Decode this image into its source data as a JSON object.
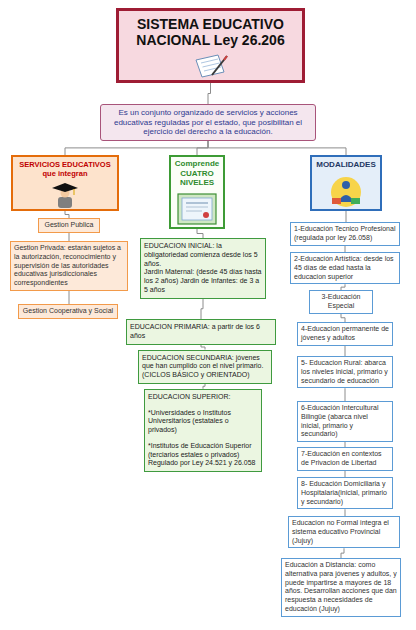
{
  "diagram": {
    "nodes": [
      {
        "text": [
          "SISTEMA EDUCATIVO NACIONAL Ley 26.206"
        ]
      },
      {
        "text": [
          "Es un conjunto organizado de servicios y acciones educativas reguladas por el estado, que posibilitan el ejercicio del derecho a la educación."
        ]
      },
      {
        "text": [
          "SERVICIOS EDUCATIVOS que integran"
        ]
      },
      {
        "text": [
          "Comprende CUATRO NIVELES"
        ]
      },
      {
        "text": [
          "MODALIDADES"
        ]
      },
      {
        "text": [
          "Gestion Publica"
        ]
      },
      {
        "text": [
          "Gestion Privada: estarán sujetos a la autorización, reconocimiento y supervisión de las autoridades educativas jurisdiccionales correspondientes"
        ]
      },
      {
        "text": [
          "Gestion Cooperativa y Social"
        ]
      },
      {
        "text": [
          "EDUCACION INICIAL: la obligatoriedad comienza desde los 5 años.",
          "Jardin Maternal: (desde 45 días hasta los 2 años) Jardin de Infantes: de 3 a 5 años"
        ]
      },
      {
        "text": [
          "EDUCACION PRIMARIA: a partir de los 6 años"
        ]
      },
      {
        "text": [
          "EDUCACION SECUNDARIA: jóvenes que han cumplido con el nivel primario. (CICLOS BÁSICO y ORIENTADO)"
        ]
      },
      {
        "text": [
          "EDUCACION SUPERIOR:",
          "*Universidades o Institutos Universitarios (estatales o privados)",
          "*Institutos de Educación Superior (terciarios estales o privados) Regulado por Ley 24.521 y 26.058"
        ]
      },
      {
        "text": [
          "1-Educación Tecnico Profesional (regulada por ley 26.058)"
        ]
      },
      {
        "text": [
          "2-Educación Artística: desde los 45 días de edad hasta la educacion superior"
        ]
      },
      {
        "text": [
          "3-Educación Especial"
        ]
      },
      {
        "text": [
          "4-Educacion permanente de jóvenes y adultos"
        ]
      },
      {
        "text": [
          "5- Educacion Rural: abarca los niveles inicial, primario y secundario de educación"
        ]
      },
      {
        "text": [
          "6-Educación Intercultural Bilingüe (abarca nivel inicial, primario y secundario)"
        ]
      },
      {
        "text": [
          "7-Educación en contextos de Privacion de Libertad"
        ]
      },
      {
        "text": [
          "8- Educación Domiciliaria y Hospitalaria(inicial, primario y secundario)"
        ]
      },
      {
        "text": [
          "Educacion no Formal integra el sistema educativo Provincial (Jujuy)"
        ]
      },
      {
        "text": [
          "Educación a Distancia: como alternativa para jóvenes y adultos, y puede impartirse a mayores de 18 años. Desarrollan acciones que dan respuesta a necesidades de educación (Jujuy)"
        ]
      }
    ],
    "edges": [
      {
        "from": 0,
        "to": 1,
        "arrow": "none"
      },
      {
        "from": 1,
        "to": 2,
        "arrow": "none"
      },
      {
        "from": 1,
        "to": 3,
        "arrow": "none"
      },
      {
        "from": 1,
        "to": 4,
        "arrow": "none"
      },
      {
        "from": 2,
        "to": 5,
        "arrow": "none"
      },
      {
        "from": 5,
        "to": 6,
        "arrow": "none"
      },
      {
        "from": 6,
        "to": 7,
        "arrow": "none"
      },
      {
        "from": 3,
        "to": 8,
        "arrow": "none"
      },
      {
        "from": 8,
        "to": 9,
        "arrow": "none"
      },
      {
        "from": 9,
        "to": 10,
        "arrow": "none"
      },
      {
        "from": 10,
        "to": 11,
        "arrow": "none"
      },
      {
        "from": 4,
        "to": 12,
        "arrow": "none"
      },
      {
        "from": 12,
        "to": 13,
        "arrow": "none"
      },
      {
        "from": 13,
        "to": 14,
        "arrow": "none"
      },
      {
        "from": 14,
        "to": 15,
        "arrow": "none"
      },
      {
        "from": 15,
        "to": 16,
        "arrow": "none"
      },
      {
        "from": 16,
        "to": 17,
        "arrow": "none"
      },
      {
        "from": 17,
        "to": 18,
        "arrow": "none"
      },
      {
        "from": 18,
        "to": 19,
        "arrow": "none"
      },
      {
        "from": 19,
        "to": 20,
        "arrow": "none"
      },
      {
        "from": 20,
        "to": 21,
        "arrow": "none"
      }
    ]
  }
}
